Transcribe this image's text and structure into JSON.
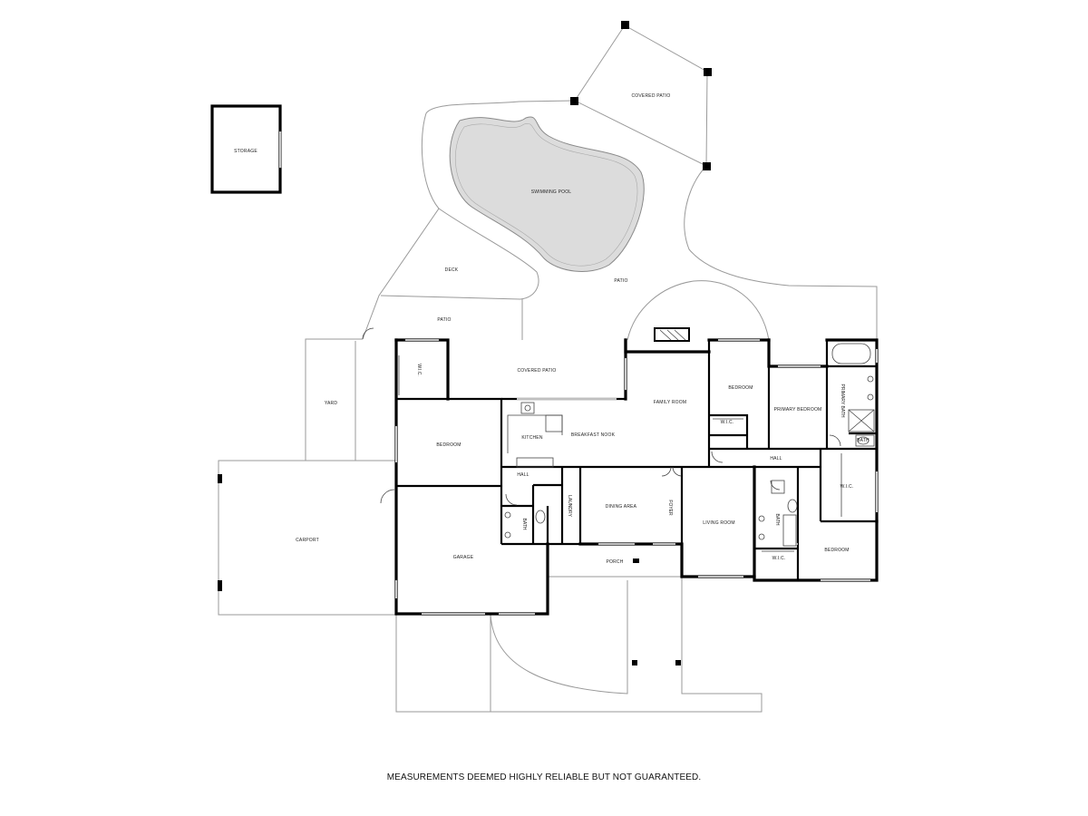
{
  "rooms": {
    "storage": "STORAGE",
    "covered_patio_top": "COVERED PATIO",
    "swimming_pool": "SWIMMING POOL",
    "deck": "DECK",
    "patio_right": "PATIO",
    "patio_left": "PATIO",
    "yard": "YARD",
    "wic_left": "W.I.C.",
    "covered_patio": "COVERED PATIO",
    "family_room": "FAMILY ROOM",
    "bedroom_top": "BEDROOM",
    "primary_bedroom": "PRIMARY BEDROOM",
    "primary_bath": "PRIMARY BATH",
    "bedroom_left": "BEDROOM",
    "kitchen": "KITCHEN",
    "breakfast_nook": "BREAKFAST NOOK",
    "wic_small": "W.I.C.",
    "bath_right": "BATH",
    "hall_right": "HALL",
    "wic_right": "W.I.C.",
    "hall_left": "HALL",
    "laundry": "LAUNDRY",
    "bath_left": "BATH",
    "dining_area": "DINING AREA",
    "foyer": "FOYER",
    "living_room": "LIVING ROOM",
    "bath_mid": "BATH",
    "bedroom_bottom": "BEDROOM",
    "wic_bottom": "W.I.C.",
    "carport": "CARPORT",
    "garage": "GARAGE",
    "porch": "PORCH"
  },
  "disclaimer": "MEASUREMENTS DEEMED HIGHLY RELIABLE BUT NOT GUARANTEED."
}
